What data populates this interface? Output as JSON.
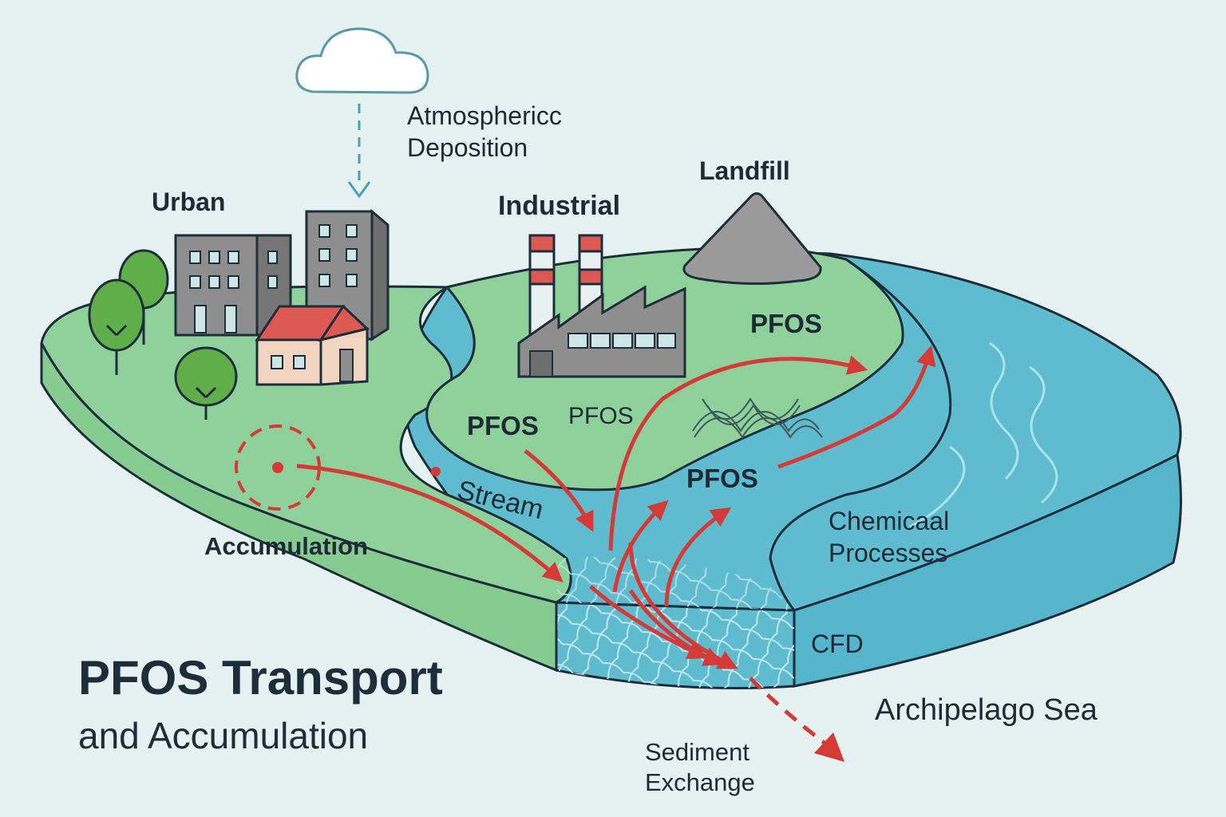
{
  "title": {
    "main": "PFOS Transport",
    "sub": "and Accumulation"
  },
  "labels": {
    "atmospheric_line1": "Atmosphericc",
    "atmospheric_line2": "Deposition",
    "urban": "Urban",
    "industrial": "Industrial",
    "landfill": "Landfill",
    "pfos_landfill": "PFOS",
    "pfos_left": "PFOS",
    "pfos_mid": "PFOS",
    "pfos_water": "PFOS",
    "stream": "Stream",
    "accumulation": "Accumulation",
    "chemical_line1": "Chemicaal",
    "chemical_line2": "Processes",
    "cfd": "CFD",
    "sea": "Archipelago Sea",
    "sediment_line1": "Sediment",
    "sediment_line2": "Exchange"
  },
  "colors": {
    "background": "#e6f2f2",
    "land": "#8fd19a",
    "land_side": "#86cc91",
    "water": "#5fbccf",
    "water_dark": "#4fb0c6",
    "arrow": "#d63a36",
    "outline": "#1d2d3a",
    "building": "#8e8e8e",
    "tree": "#5fae4a",
    "roof": "#dc5a52"
  }
}
